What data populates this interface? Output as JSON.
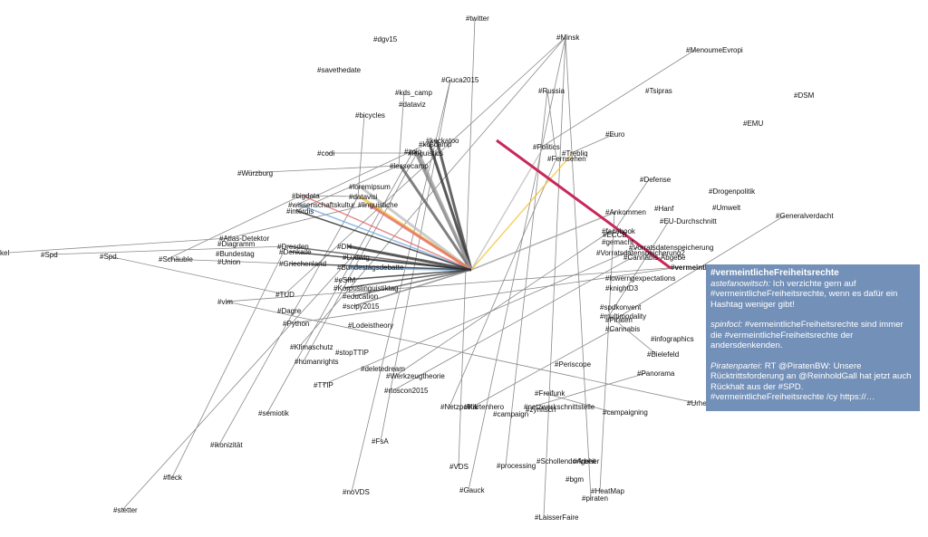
{
  "graph": {
    "selected_hashtag": "#vermeintlicheFreiheitsrechte",
    "highlight_color": "#c8285a",
    "hashtags": [
      "kel",
      "#Spd",
      "#Spd.",
      "#Schäuble",
      "#Würzburg",
      "#codi",
      "#savethedate",
      "#dgv15",
      "#kds_camp",
      "#dataviz",
      "#bicycles",
      "#bigdata",
      "#wissenschaftskultur",
      "#interdis",
      "#Atlas-Detektor",
      "#Diagramm",
      "#Bundestag",
      "#Union",
      "#Dresden",
      "#Denkaile",
      "#Griechenland",
      "#vim",
      "#TUD",
      "#Dagre",
      "#Python",
      "#Klimaschutz",
      "#humanrights",
      "#TTIP",
      "#semiotik",
      "#ikonizität",
      "#fleck",
      "#stetter",
      "#noVDS",
      "#FsA",
      "#VDS",
      "#Gauck",
      "#processing",
      "#LaisserFaire",
      "#piraten",
      "#HeatMap",
      "#campaigning",
      "#Bielefeld",
      "#infographics",
      "#Panorama",
      "#Urheberrecht",
      "#Drogenpolitik",
      "#Umwelt",
      "#Generalverdacht",
      "#Defense",
      "#EU-Durchschnitt",
      "#Hanf",
      "#EMU",
      "#Euro",
      "#DSM",
      "#Tsipras",
      "#MenoumeEvropi",
      "#Minsk",
      "#Russia",
      "#Guca2015",
      "#twitter",
      "#kdscamp",
      "#keckatoo",
      "#lessecamp",
      "#zoiq",
      "#linguistics",
      "#loremipsum",
      "#datavisi",
      "#linguistiche",
      "#Bundestagsdebatte",
      "#DH",
      "#Ludwig",
      "#eSIM",
      "#Korpuslinguistiktag",
      "#education",
      "#scipy2015",
      "#Lodeistheory",
      "#stopTTIP",
      "#deletedream",
      "#rtoscon2015",
      "#Werkzeugtheorie",
      "#Netzpolitik",
      "#Kartenhero",
      "#campaign",
      "#Freifunk",
      "#netzwerkschnittstelle",
      "#Vorratsdatenspeicherung",
      "#Cannabis-Abgebe",
      "#lowerngexpectations",
      "#knightD3",
      "#spdkonvent",
      "#multimodality",
      "#Piraten",
      "#Cannabis",
      "#ECCB",
      "#Vorratsdatenspeicherung2",
      "#vermeintlicheFreiheitsrechte",
      "#gemacht",
      "#facebook",
      "#Ankommen",
      "#Politics",
      "#Trebliq",
      "#Fernsehen",
      "#Periscope",
      "#zynfisch",
      "#bgm",
      "#Schollendorfgeher",
      "#Arbeit"
    ],
    "icon": "network-graph-icon"
  },
  "tooltip": {
    "title": "#vermeintlicheFreiheitsrechte",
    "entries": [
      {
        "author": "astefanowitsch:",
        "text": " Ich verzichte gern auf #vermeintlicheFreiheitsrechte, wenn es dafür ein Hashtag weniger gibt!"
      },
      {
        "author": "spinfocl:",
        "text": " #vermeintlicheFreiheitsrechte sind immer die #vermeintlicheFreiheitsrechte der andersdenkenden."
      },
      {
        "author": "Piratenpartei:",
        "text": " RT @PiratenBW: Unsere Rücktrittsforderung an @ReinholdGall hat jetzt auch Rückhalt aus der #SPD. #vermeintlicheFreiheitsrechte /cy https://…"
      }
    ]
  }
}
